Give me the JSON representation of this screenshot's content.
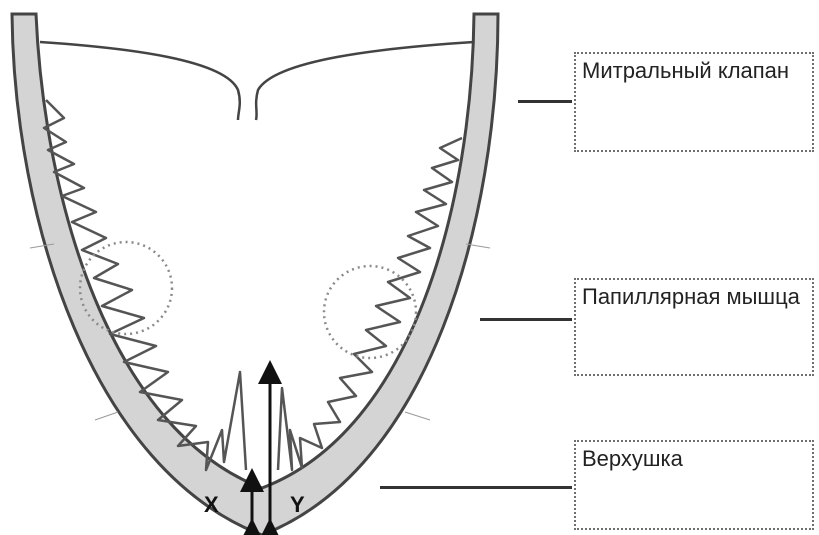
{
  "labels": {
    "mitral_valve": "Митральный клапан",
    "papillary_muscle": "Папиллярная мышца",
    "apex": "Верхушка"
  },
  "measurements": {
    "x_label": "X",
    "y_label": "Y"
  },
  "colors": {
    "wall_fill": "#d4d4d4",
    "wall_stroke": "#444444",
    "trabeculae": "#555555",
    "circle_dots": "#8a8a8a"
  }
}
